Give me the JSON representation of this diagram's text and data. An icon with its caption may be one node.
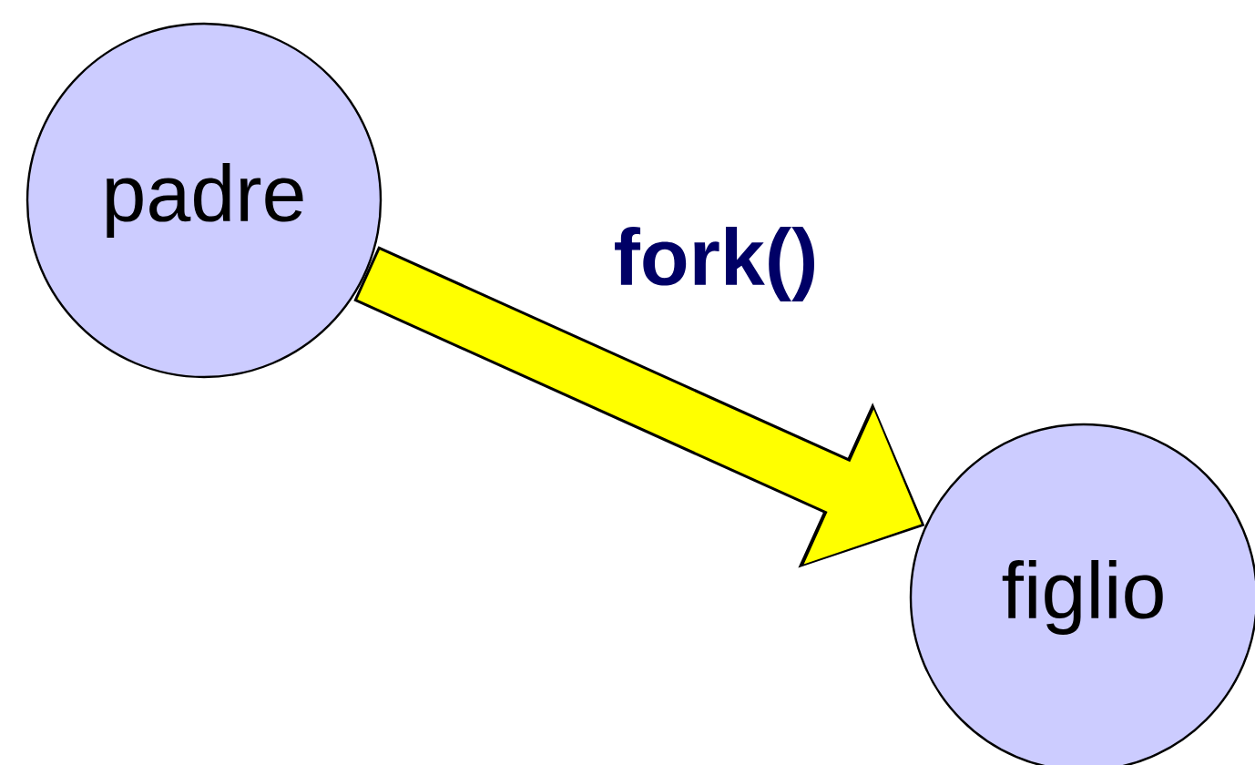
{
  "diagram": {
    "nodes": [
      {
        "text": [
          "padre"
        ]
      },
      {
        "text": [
          "figlio"
        ]
      }
    ],
    "edges": [
      {
        "from": 0,
        "to": 1,
        "arrow": "to",
        "label": "fork()",
        "color": "#ffff00"
      }
    ]
  }
}
